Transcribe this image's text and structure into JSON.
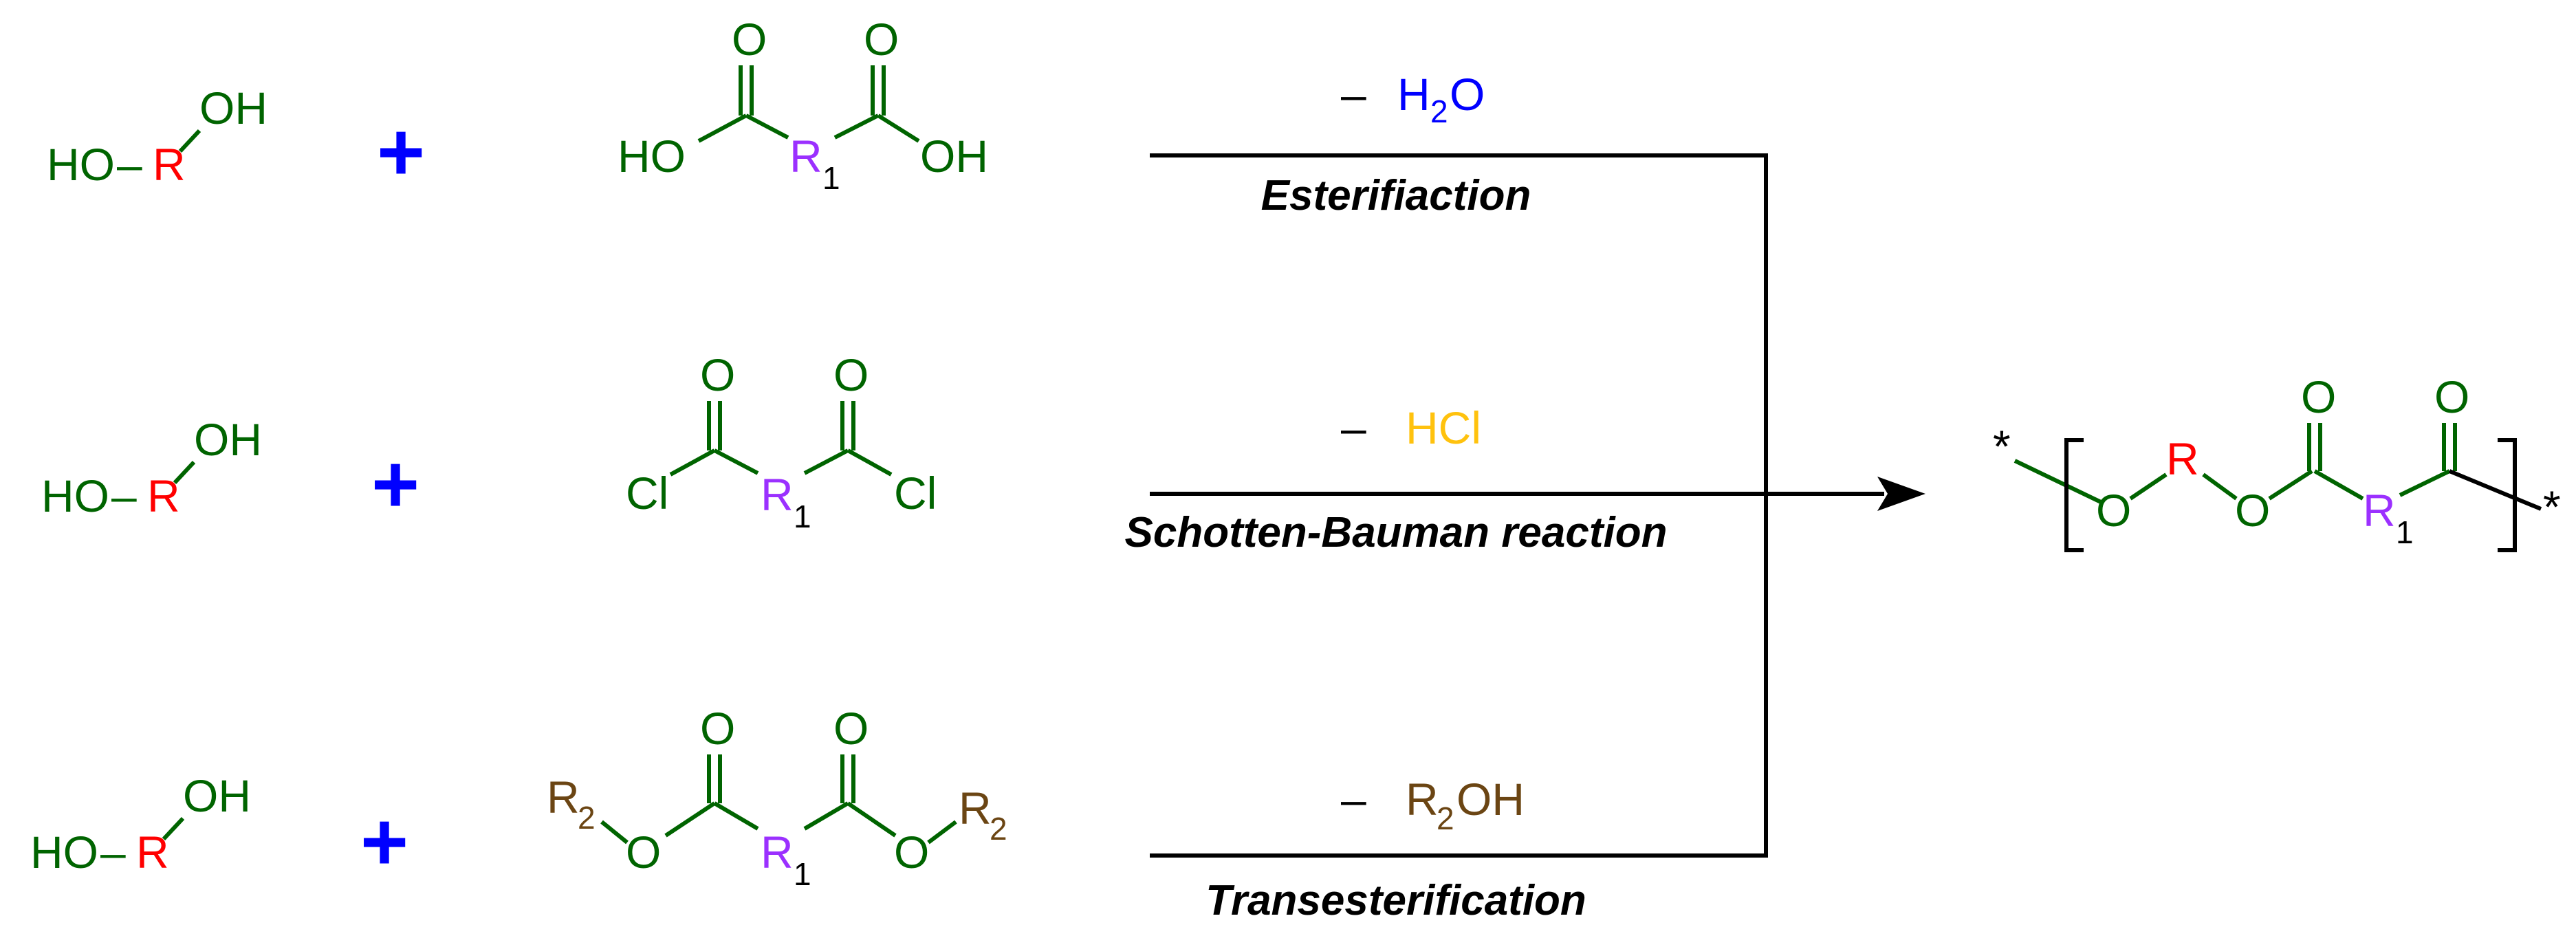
{
  "colors": {
    "atom_green": "#006400",
    "r_red": "#FF0000",
    "r1_purple": "#9B30FF",
    "r2_brown": "#6B4513",
    "plus_blue": "#0000FF",
    "water_blue": "#0000FF",
    "hcl_yellow": "#FFC20E",
    "line_black": "#000000"
  },
  "labels": {
    "oh": "OH",
    "ho": "HO",
    "dash": "–",
    "r": "R",
    "r1": "R",
    "sub1": "1",
    "sub2": "2",
    "o": "O",
    "cl": "Cl",
    "plus": "+",
    "star": "*"
  },
  "reactions": {
    "esterification": {
      "byproduct_sign": "–",
      "byproduct_h": "H",
      "byproduct_sub": "2",
      "byproduct_o": "O",
      "name": "Esterifiaction"
    },
    "schotten": {
      "byproduct_sign": "–",
      "byproduct": "HCl",
      "name": "Schotten-Bauman reaction"
    },
    "transesterification": {
      "byproduct_sign": "–",
      "byproduct_r": "R",
      "byproduct_sub": "2",
      "byproduct_oh": "OH",
      "name": "Transesterification"
    }
  },
  "icons": [
    "plus-sign",
    "reaction-arrow"
  ]
}
